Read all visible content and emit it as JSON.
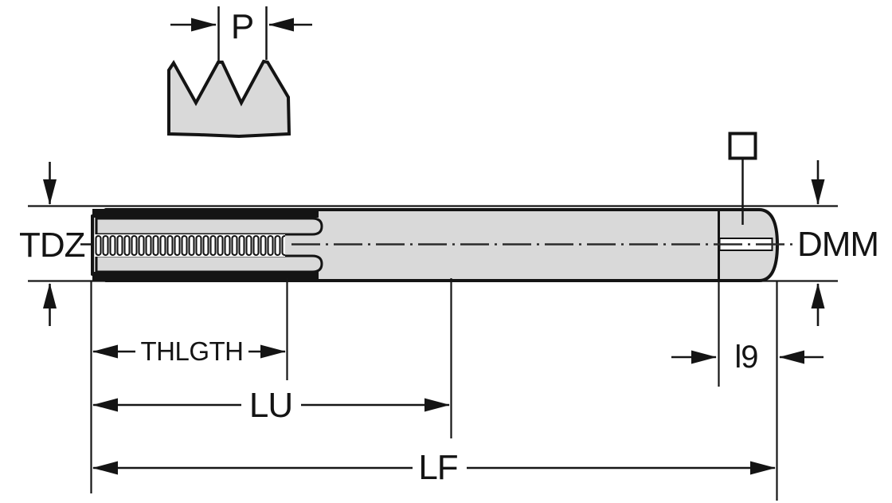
{
  "diagram": {
    "labels": {
      "pitch": "P",
      "thread_diameter": "TDZ",
      "shank_diameter": "DMM",
      "thread_length": "THLGTH",
      "usable_length": "LU",
      "functional_length": "LF",
      "square_length": "l9"
    },
    "colors": {
      "line": "#161616",
      "metal_fill": "#d9d9d9",
      "background": "#ffffff"
    },
    "icons": {
      "square_drive_symbol": "square-outline"
    }
  }
}
